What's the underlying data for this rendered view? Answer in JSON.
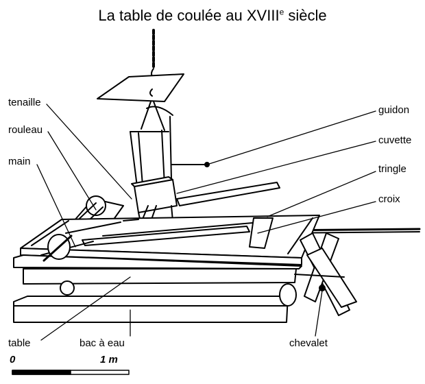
{
  "title": {
    "main": "La table de coulée au XVIII",
    "sup": "e",
    "end": " siècle"
  },
  "labels": {
    "tenaille": "tenaille",
    "rouleau": "rouleau",
    "main": "main",
    "guidon": "guidon",
    "cuvette": "cuvette",
    "tringle": "tringle",
    "croix": "croix",
    "table": "table",
    "bac": "bac à eau",
    "chevalet": "chevalet"
  },
  "scale": {
    "start": "0",
    "end": "1 m"
  }
}
